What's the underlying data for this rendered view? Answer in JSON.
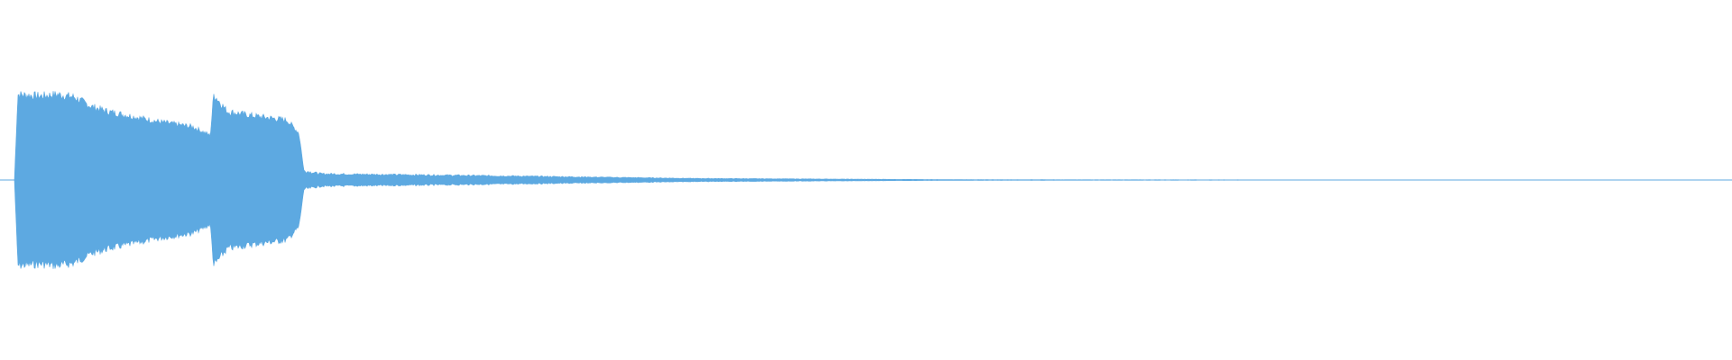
{
  "waveform": {
    "color": "#5DA9E1",
    "envelope": [
      [
        0.0,
        0.0
      ],
      [
        0.002,
        1.0
      ],
      [
        0.015,
        0.98
      ],
      [
        0.025,
        1.0
      ],
      [
        0.035,
        0.97
      ],
      [
        0.045,
        0.86
      ],
      [
        0.055,
        0.8
      ],
      [
        0.07,
        0.74
      ],
      [
        0.085,
        0.68
      ],
      [
        0.105,
        0.62
      ],
      [
        0.115,
        0.52
      ],
      [
        0.117,
        1.0
      ],
      [
        0.125,
        0.8
      ],
      [
        0.14,
        0.75
      ],
      [
        0.16,
        0.7
      ],
      [
        0.167,
        0.55
      ],
      [
        0.17,
        0.12
      ],
      [
        0.18,
        0.08
      ],
      [
        0.26,
        0.06
      ],
      [
        0.33,
        0.04
      ],
      [
        0.4,
        0.02
      ],
      [
        0.5,
        0.01
      ],
      [
        0.56,
        0.004
      ],
      [
        1.0,
        0.0
      ]
    ]
  }
}
